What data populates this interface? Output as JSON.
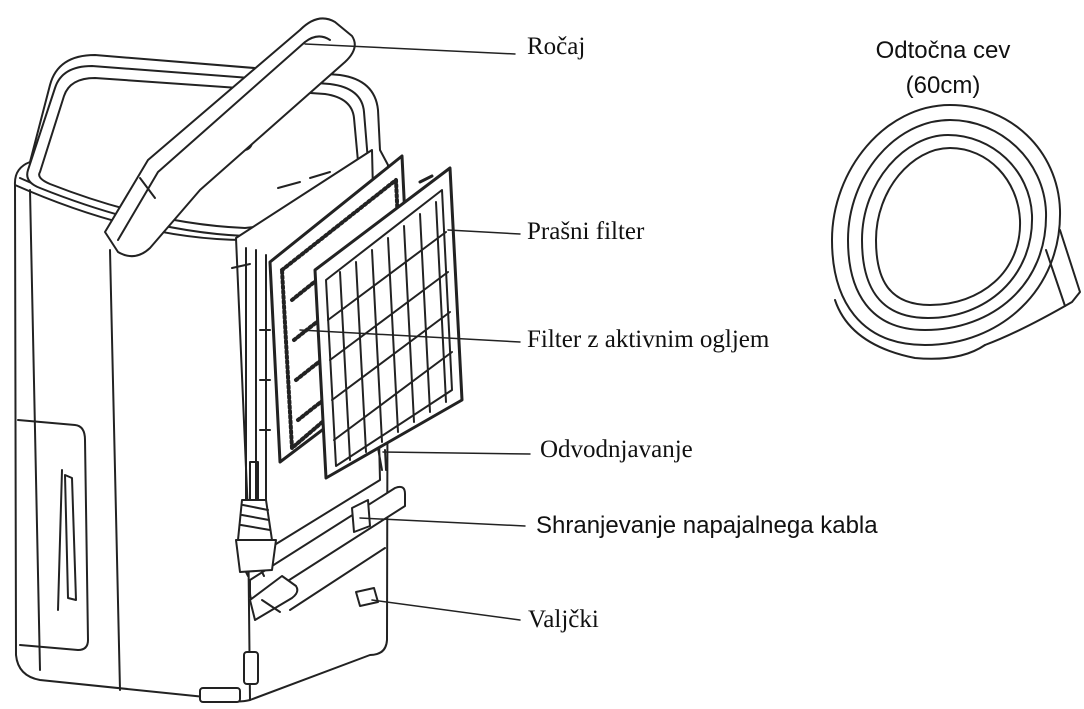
{
  "labels": {
    "handle": "Ročaj",
    "dust_filter": "Prašni filter",
    "carbon_filter": "Filter z aktivnim ogljem",
    "drainage": "Odvodnjavanje",
    "cable_storage": "Shranjevanje napajalnega kabla",
    "wheels": "Valjčki"
  },
  "hose": {
    "name": "Odtočna cev",
    "length": "(60cm)"
  },
  "colors": {
    "line": "#222222",
    "text": "#111111",
    "background": "#ffffff"
  }
}
